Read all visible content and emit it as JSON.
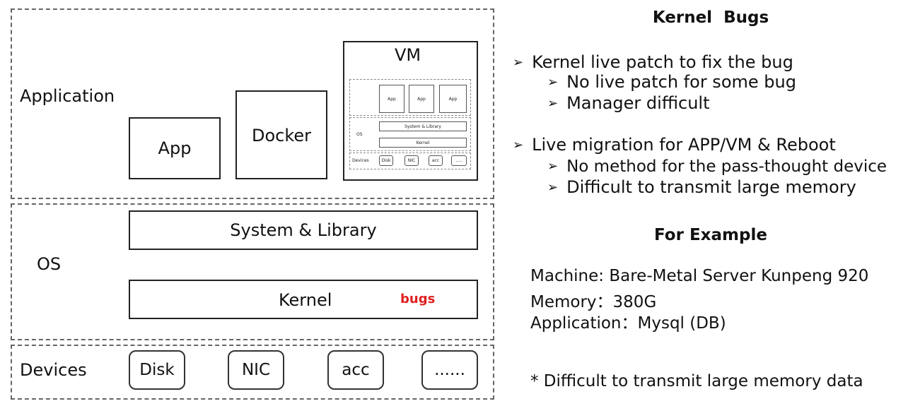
{
  "diagram": {
    "layers": {
      "application": {
        "label": "Application"
      },
      "os": {
        "label": "OS"
      },
      "devices": {
        "label": "Devices"
      }
    },
    "app_box": "App",
    "docker_box": "Docker",
    "vm": {
      "title": "VM",
      "apps": [
        "App",
        "App",
        "App"
      ],
      "os_label": "OS",
      "system_library": "System & Library",
      "kernel": "Kernel",
      "devices_label": "Devices",
      "devices": [
        "Disk",
        "NIC",
        "acc",
        "....."
      ]
    },
    "system_library": "System & Library",
    "kernel": "Kernel",
    "bugs": "bugs",
    "bugs_color": "#e02020",
    "devices": [
      "Disk",
      "NIC",
      "acc",
      "......"
    ]
  },
  "panel": {
    "title": "Kernel  Bugs",
    "points": [
      {
        "text": "Kernel live patch to fix the bug",
        "sub": [
          "No live patch for some bug",
          "Manager difficult"
        ]
      },
      {
        "text": "Live migration for APP/VM & Reboot",
        "sub": [
          "No method for the pass-thought device",
          "Difficult to transmit large memory"
        ]
      }
    ],
    "arrow": "➢",
    "example_title": "For Example",
    "example_lines": [
      "Machine: Bare-Metal Server Kunpeng 920",
      "Memory：380G",
      "Application：Mysql (DB)"
    ],
    "footnote": "* Difficult to transmit large memory data"
  }
}
